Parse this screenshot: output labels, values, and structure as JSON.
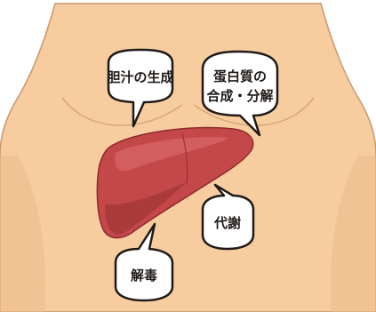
{
  "colors": {
    "skin": "#f7cda0",
    "skin_shade": "#e9b684",
    "outline": "#c9976c",
    "liver": "#c4474a",
    "liver_dark": "#a33538",
    "liver_light": "#d9686a",
    "bubble_fill": "#ffffff",
    "bubble_stroke": "#1f1a17"
  },
  "labels": {
    "bile": "胆汁の生成",
    "protein_line1": "蛋白質の",
    "protein_line2": "合成・分解",
    "metabolism": "代謝",
    "detox": "解毒"
  }
}
